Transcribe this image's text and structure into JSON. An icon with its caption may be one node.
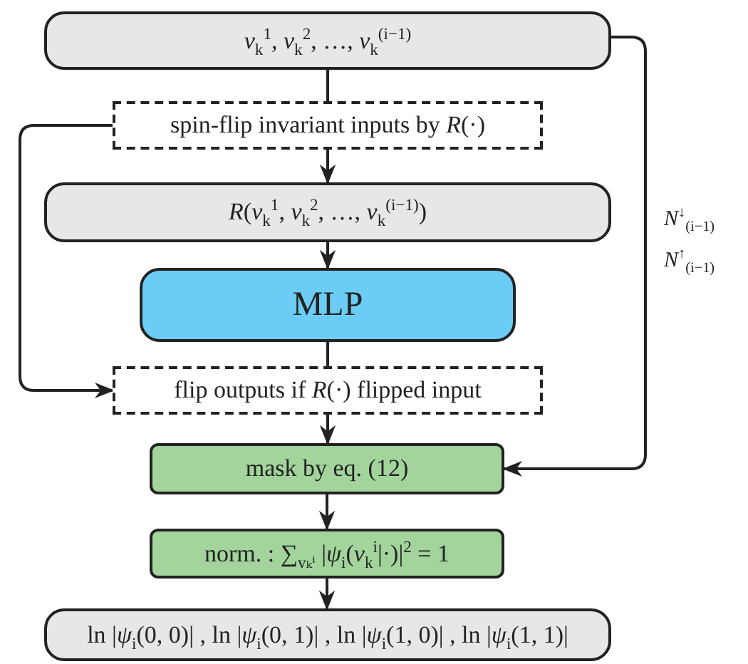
{
  "diagram": {
    "nodes": [
      {
        "text": [
          "*v*$_{k}$$^{1}$, *v*$_{k}$$^{2}$, …, *v*$_{k}$$^{(i−1)}$"
        ]
      },
      {
        "text": [
          "spin-flip invariant inputs by *R*(·)"
        ]
      },
      {
        "text": [
          "*R*(*v*$_{k}$$^{1}$, *v*$_{k}$$^{2}$, …, *v*$_{k}$$^{(i−1)}$)"
        ]
      },
      {
        "text": [
          "MLP"
        ]
      },
      {
        "text": [
          "flip outputs if *R*(·) flipped input"
        ]
      },
      {
        "text": [
          "mask by eq. (12)"
        ]
      },
      {
        "text": [
          "norm. : ∑$_{vₖⁱ}$ |*ψ*$_{i}$(*v*$_{k}$$^{i}$|·)|$^{2}$ = 1"
        ]
      },
      {
        "text": [
          "ln |*ψ*$_{i}$(0, 0)| , ln |*ψ*$_{i}$(0, 1)| , ln |*ψ*$_{i}$(1, 0)| , ln |*ψ*$_{i}$(1, 1)|"
        ]
      }
    ],
    "edges": [
      {
        "from": 0,
        "to": 1,
        "arrow": "none"
      },
      {
        "from": 1,
        "to": 2,
        "arrow": "to"
      },
      {
        "from": 2,
        "to": 3,
        "arrow": "to"
      },
      {
        "from": 3,
        "to": 4,
        "arrow": "none"
      },
      {
        "from": 4,
        "to": 5,
        "arrow": "to"
      },
      {
        "from": 5,
        "to": 6,
        "arrow": "to"
      },
      {
        "from": 6,
        "to": 7,
        "arrow": "to"
      },
      {
        "from": 1,
        "to": 4,
        "arrow": "to"
      },
      {
        "from": 0,
        "to": 5,
        "arrow": "to",
        "label": "*N*$^{↓}$$_{(i−1)}$ *N*$^{↑}$$_{(i−1)}$"
      }
    ]
  }
}
